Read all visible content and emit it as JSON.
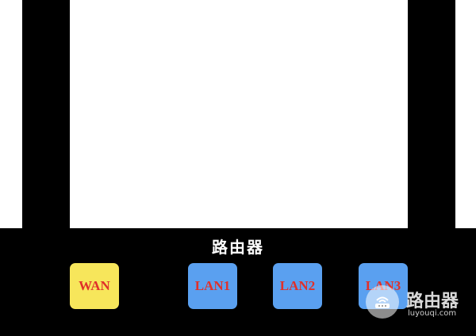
{
  "router": {
    "label": "路由器",
    "colors": {
      "wan": "#f7e65b",
      "lan": "#5aa0f0",
      "port_text": "#e0302a",
      "body": "#000000"
    }
  },
  "ports": [
    {
      "label": "WAN"
    },
    {
      "label": "LAN1"
    },
    {
      "label": "LAN2"
    },
    {
      "label": "LAN3"
    }
  ],
  "watermark": {
    "name": "路由器",
    "url": "luyouqi.com",
    "icon": "router-icon"
  }
}
